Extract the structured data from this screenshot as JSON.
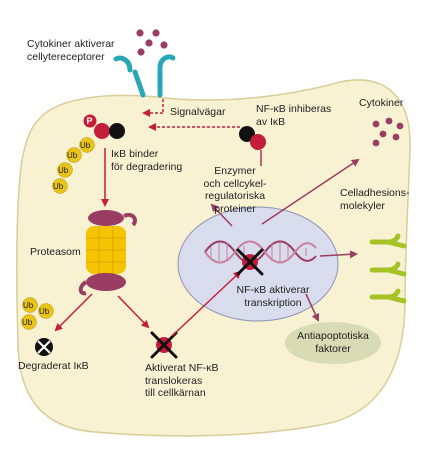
{
  "labels": {
    "receptors": [
      "Cytokiner aktiverar",
      "cellytereceptorer"
    ],
    "signal_paths": "Signalvägar",
    "nfkb_inhibited": [
      "NF-κB inhiberas",
      "av IκB"
    ],
    "cytokines_out": "Cytokiner",
    "ikb_binds": [
      "IκB binder",
      "för degradering"
    ],
    "enzymes": [
      "Enzymer",
      "och cellcykel-",
      "regulatoriska",
      "proteiner"
    ],
    "cell_adhesion": [
      "Celladhesions-",
      "molekyler"
    ],
    "proteasome": "Proteasom",
    "nfkb_activates": [
      "NF-κB aktiverar",
      "transkription"
    ],
    "antiapoptotic": [
      "Antiapoptotiska",
      "faktorer"
    ],
    "degraded_ikb": "Degraderat IκB",
    "activated_nfkb": [
      "Aktiverat NF-κB",
      "translokeras",
      "till cellkärnan"
    ],
    "phospho": "P",
    "ubiquitin": "Ub"
  },
  "colors": {
    "cell": "#f8f1d2",
    "cell_border": "#d9cd9a",
    "nucleus": "#d8dced",
    "arrow": "#c41e3a",
    "receptor": "#2aa7b5",
    "cytokine": "#9a3d63",
    "proteasome_cap": "#9a3d63",
    "proteasome_core": "#f5c400",
    "ubiquitin": "#e8c418",
    "adhesion": "#a6c326",
    "antiapoptotic": "#d8dcb5"
  }
}
